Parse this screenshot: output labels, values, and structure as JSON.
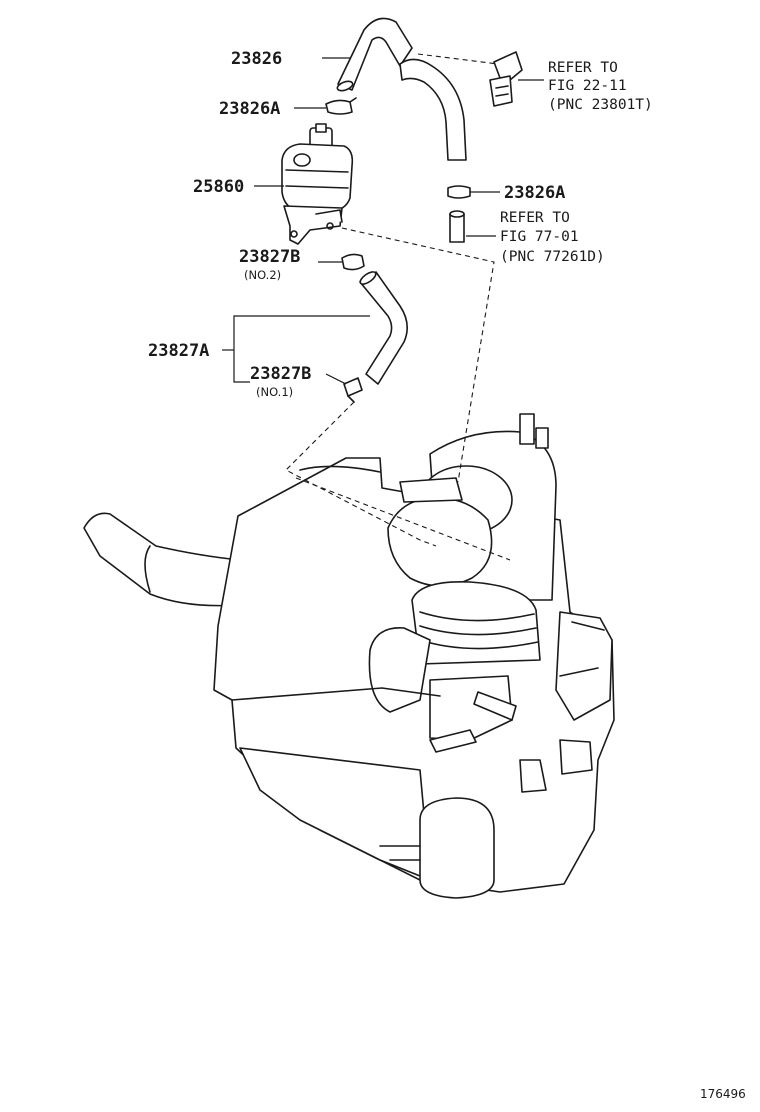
{
  "labels": {
    "hose_top": "23826",
    "clamp_top": "23826A",
    "valve": "25860",
    "clamp_right": "23826A",
    "clamp_no2": "23827B",
    "no2": "(NO.2)",
    "hose_lower": "23827A",
    "clamp_no1": "23827B",
    "no1": "(NO.1)"
  },
  "refs": [
    {
      "line1": "REFER TO",
      "line2": "FIG 22-11",
      "line3": "(PNC 23801T)"
    },
    {
      "line1": "REFER TO",
      "line2": "FIG 77-01",
      "line3": "(PNC 77261D)"
    }
  ],
  "figure_id": "176496"
}
